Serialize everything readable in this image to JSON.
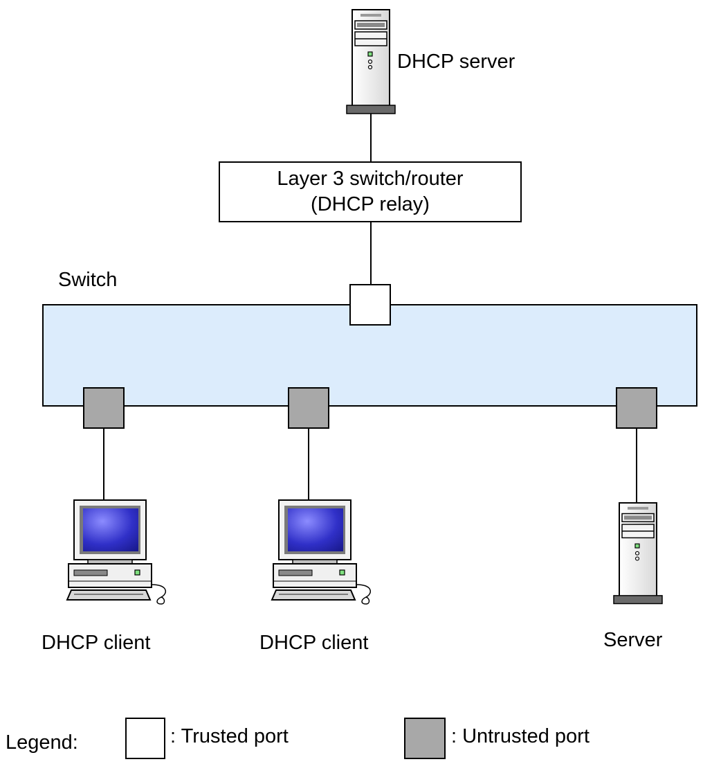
{
  "nodes": {
    "dhcp_server": "DHCP server",
    "relay_line1": "Layer 3 switch/router",
    "relay_line2": "(DHCP relay)",
    "switch": "Switch",
    "client_1": "DHCP client",
    "client_2": "DHCP client",
    "server": "Server"
  },
  "legend": {
    "title": "Legend:",
    "trusted": ": Trusted port",
    "untrusted": ": Untrusted port"
  },
  "colors": {
    "switch_fill": "#dcecfc",
    "trusted_port": "#ffffff",
    "untrusted_port": "#a8a8a8",
    "screen": "#3b3bd0"
  },
  "icons": {
    "server": "tower-server-icon",
    "client": "desktop-computer-icon"
  }
}
